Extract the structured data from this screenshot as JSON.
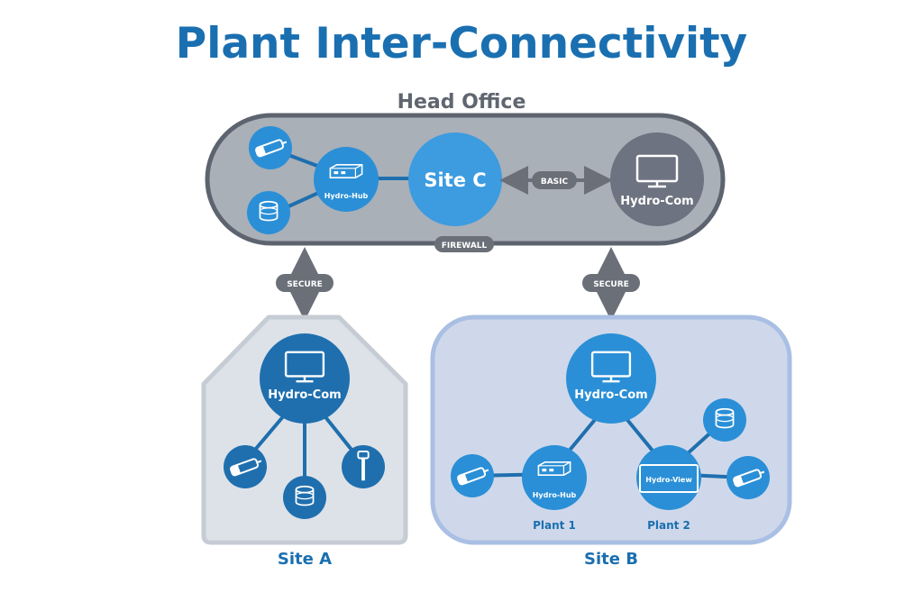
{
  "title": "Plant Inter-Connectivity",
  "head_office": {
    "label": "Head Office",
    "hub_label": "Hydro-Hub",
    "site_c_label": "Site C",
    "basic_label": "BASIC",
    "hydrocom_label": "Hydro-Com",
    "firewall_label": "FIREWALL"
  },
  "links": {
    "secure_left": "SECURE",
    "secure_right": "SECURE"
  },
  "site_a": {
    "label": "Site A",
    "hydrocom_label": "Hydro-Com"
  },
  "site_b": {
    "label": "Site B",
    "hydrocom_label": "Hydro-Com",
    "hub_label": "Hydro-Hub",
    "view_label": "Hydro-View",
    "plant1_label": "Plant 1",
    "plant2_label": "Plant 2"
  },
  "colors": {
    "title_blue": "#1a6fb0",
    "node_blue": "#2a8fd6",
    "node_dark_blue": "#1f6fae",
    "site_c_blue": "#3d9be0",
    "hydrocom_gray": "#6d7380",
    "head_office_fill": "#a9b0b8",
    "head_office_stroke": "#5d6470",
    "site_a_fill": "#dde2e8",
    "site_a_stroke": "#c5ccd4",
    "site_b_fill": "#cfd8ea",
    "site_b_stroke": "#a9bfe3",
    "pill_gray": "#6a6f78",
    "text_gray": "#606670"
  },
  "icons": [
    "sensor-probe-icon",
    "hydro-hub-device-icon",
    "monitor-icon",
    "moisture-tank-icon",
    "hydro-view-display-icon"
  ]
}
